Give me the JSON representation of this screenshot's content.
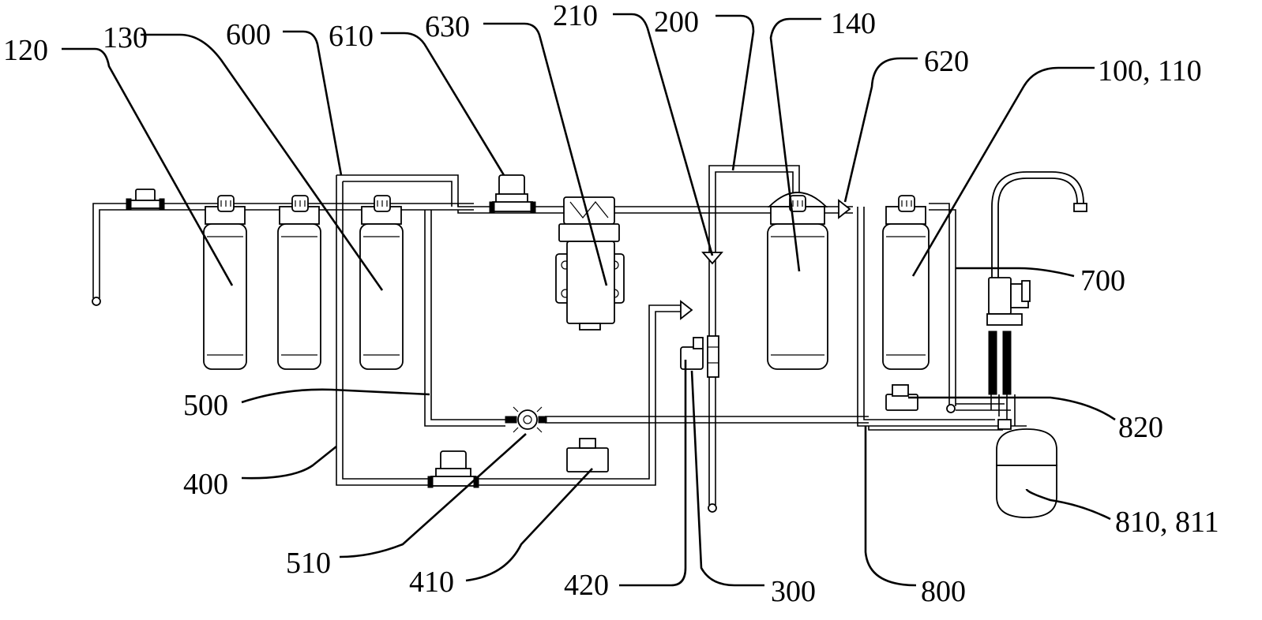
{
  "labels": {
    "l120": "120",
    "l130": "130",
    "l600": "600",
    "l610": "610",
    "l630": "630",
    "l210": "210",
    "l200": "200",
    "l140": "140",
    "l620": "620",
    "l100_110": "100, 110",
    "l700": "700",
    "l820": "820",
    "l810_811": "810, 811",
    "l500": "500",
    "l400": "400",
    "l510": "510",
    "l410": "410",
    "l420": "420",
    "l300": "300",
    "l800": "800"
  }
}
